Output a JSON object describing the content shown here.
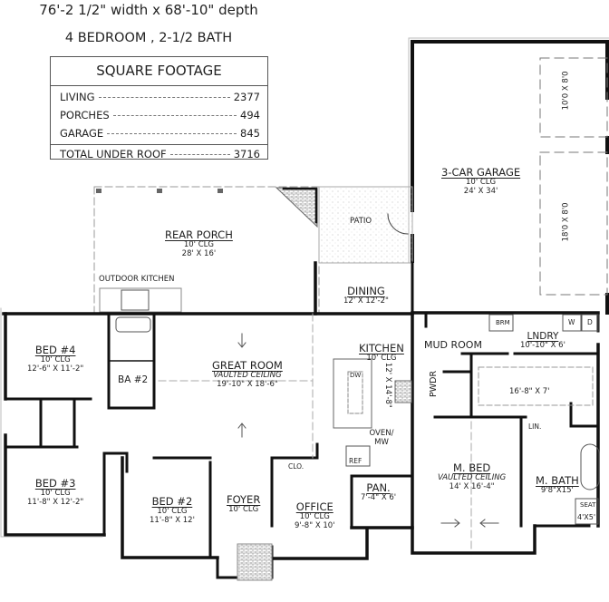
{
  "header": {
    "dimensions": "76'-2 1/2\" width x 68'-10\" depth",
    "bed_bath": "4 BEDROOM , 2-1/2 BATH"
  },
  "square_footage": {
    "title": "SQUARE FOOTAGE",
    "rows": [
      {
        "label": "LIVING",
        "value": "2377"
      },
      {
        "label": "PORCHES",
        "value": "494"
      },
      {
        "label": "GARAGE",
        "value": "845"
      }
    ],
    "total": {
      "label": "TOTAL UNDER ROOF",
      "value": "3716"
    }
  },
  "rooms": {
    "garage": {
      "name": "3-CAR GARAGE",
      "ceiling": "10' CLG",
      "size": "24' X 34'"
    },
    "garage_door_1": "10'0 X 8'0",
    "garage_door_2": "18'0 X 8'0",
    "rear_porch": {
      "name": "REAR PORCH",
      "ceiling": "10' CLG",
      "size": "28' X 16'"
    },
    "outdoor_kitchen": "OUTDOOR KITCHEN",
    "patio": "PATIO",
    "dining": {
      "name": "DINING",
      "size": "12' X 12'-2\""
    },
    "kitchen": {
      "name": "KITCHEN",
      "ceiling": "10' CLG",
      "size": "12' X 14'-8\""
    },
    "dw": "DW",
    "oven": "OVEN/ MW",
    "ref": "REF",
    "pantry": {
      "name": "PAN.",
      "size": "7'-4\" X 6'"
    },
    "great_room": {
      "name": "GREAT ROOM",
      "ceiling": "VAULTED CEILING",
      "size": "19'-10\" X 18'-6\""
    },
    "bed4": {
      "name": "BED #4",
      "ceiling": "10' CLG",
      "size": "12'-6\" X 11'-2\""
    },
    "ba2": "BA #2",
    "bed3": {
      "name": "BED #3",
      "ceiling": "10' CLG",
      "size": "11'-8\" X 12'-2\""
    },
    "bed2": {
      "name": "BED #2",
      "ceiling": "10' CLG",
      "size": "11'-8\" X 12'"
    },
    "foyer": {
      "name": "FOYER",
      "ceiling": "10' CLG"
    },
    "office": {
      "name": "OFFICE",
      "ceiling": "10' CLG",
      "size": "9'-8\" X 10'"
    },
    "clo": "CLO.",
    "mud_room": "MUD ROOM",
    "brm": "BRM",
    "laundry": {
      "name": "LNDRY",
      "size": "10'-10\" X 6'"
    },
    "w": "W",
    "d": "D",
    "pwdr": "PWDR",
    "closet": "16'-8\" X 7'",
    "lin": "LIN.",
    "mbed": {
      "name": "M. BED",
      "ceiling": "VAULTED CEILING",
      "size": "14' X 16'-4\""
    },
    "mbath": {
      "name": "M. BATH",
      "size": "9'8\"X15'"
    },
    "seat": "SEAT",
    "shower": "4'X5'"
  }
}
